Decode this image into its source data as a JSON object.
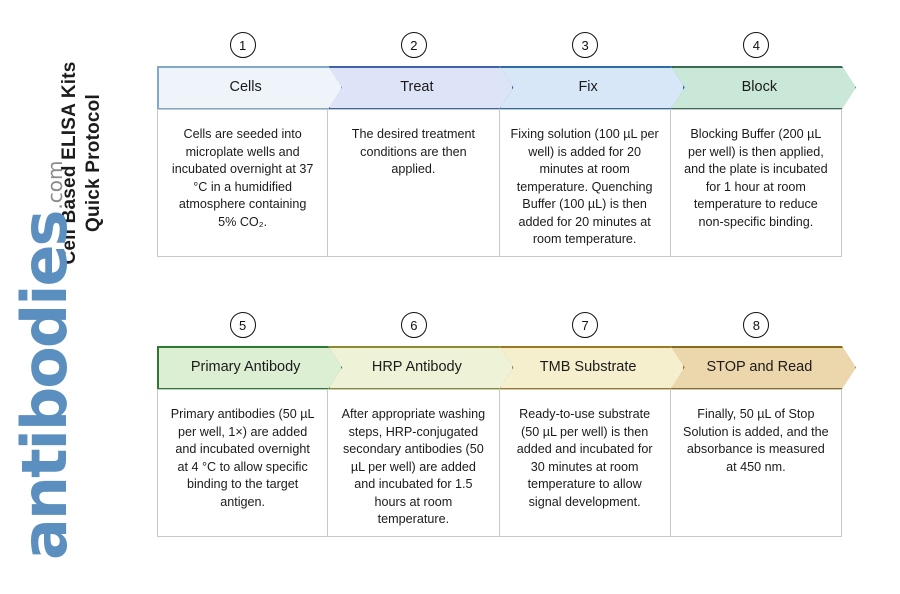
{
  "title": {
    "line1": "Cell Based ELISA Kits",
    "line2": "Quick Protocol"
  },
  "logo": {
    "brand": "antibodies",
    "tld": ".com",
    "brand_color": "#5b8fc0",
    "tld_color": "#8c8c8c"
  },
  "steps": [
    {
      "number": "1",
      "label": "Cells",
      "text": "Cells are seeded into microplate wells and incubated overnight at 37 °C in a humidified atmosphere containing 5% CO₂.",
      "fill": "#eef4fa",
      "stroke": "#7fa8cd"
    },
    {
      "number": "2",
      "label": "Treat",
      "text": "The desired treatment conditions are then applied.",
      "fill": "#dde4f7",
      "stroke": "#3f63a8"
    },
    {
      "number": "3",
      "label": "Fix",
      "text": "Fixing solution (100 µL per well) is added for 20 minutes at room temperature. Quenching Buffer (100 µL) is then added for 20 minutes at room temperature.",
      "fill": "#d8e7f7",
      "stroke": "#2e6ca4"
    },
    {
      "number": "4",
      "label": "Block",
      "text": "Blocking Buffer (200 µL per well) is then applied, and the plate is incubated for 1 hour at room temperature to reduce non-specific binding.",
      "fill": "#c9e8d8",
      "stroke": "#3c6b55"
    },
    {
      "number": "5",
      "label": "Primary Antibody",
      "text": "Primary antibodies (50 µL per well, 1×) are added and incubated overnight at 4 °C to allow specific binding to the target antigen.",
      "fill": "#dcefd3",
      "stroke": "#2f7a32"
    },
    {
      "number": "6",
      "label": "HRP Antibody",
      "text": "After appropriate washing steps, HRP-conjugated secondary antibodies (50 µL per well) are added and incubated for 1.5 hours at room temperature.",
      "fill": "#eef3d8",
      "stroke": "#8a8a2f"
    },
    {
      "number": "7",
      "label": "TMB Substrate",
      "text": "Ready-to-use substrate (50 µL per well) is then added and incubated for 30 minutes at room temperature to allow signal development.",
      "fill": "#f6efcd",
      "stroke": "#9c7a22"
    },
    {
      "number": "8",
      "label": "STOP and Read",
      "text": "Finally, 50 µL of Stop Solution is added, and the absorbance is measured at 450 nm.",
      "fill": "#ecd6ab",
      "stroke": "#8a6a1e"
    }
  ]
}
